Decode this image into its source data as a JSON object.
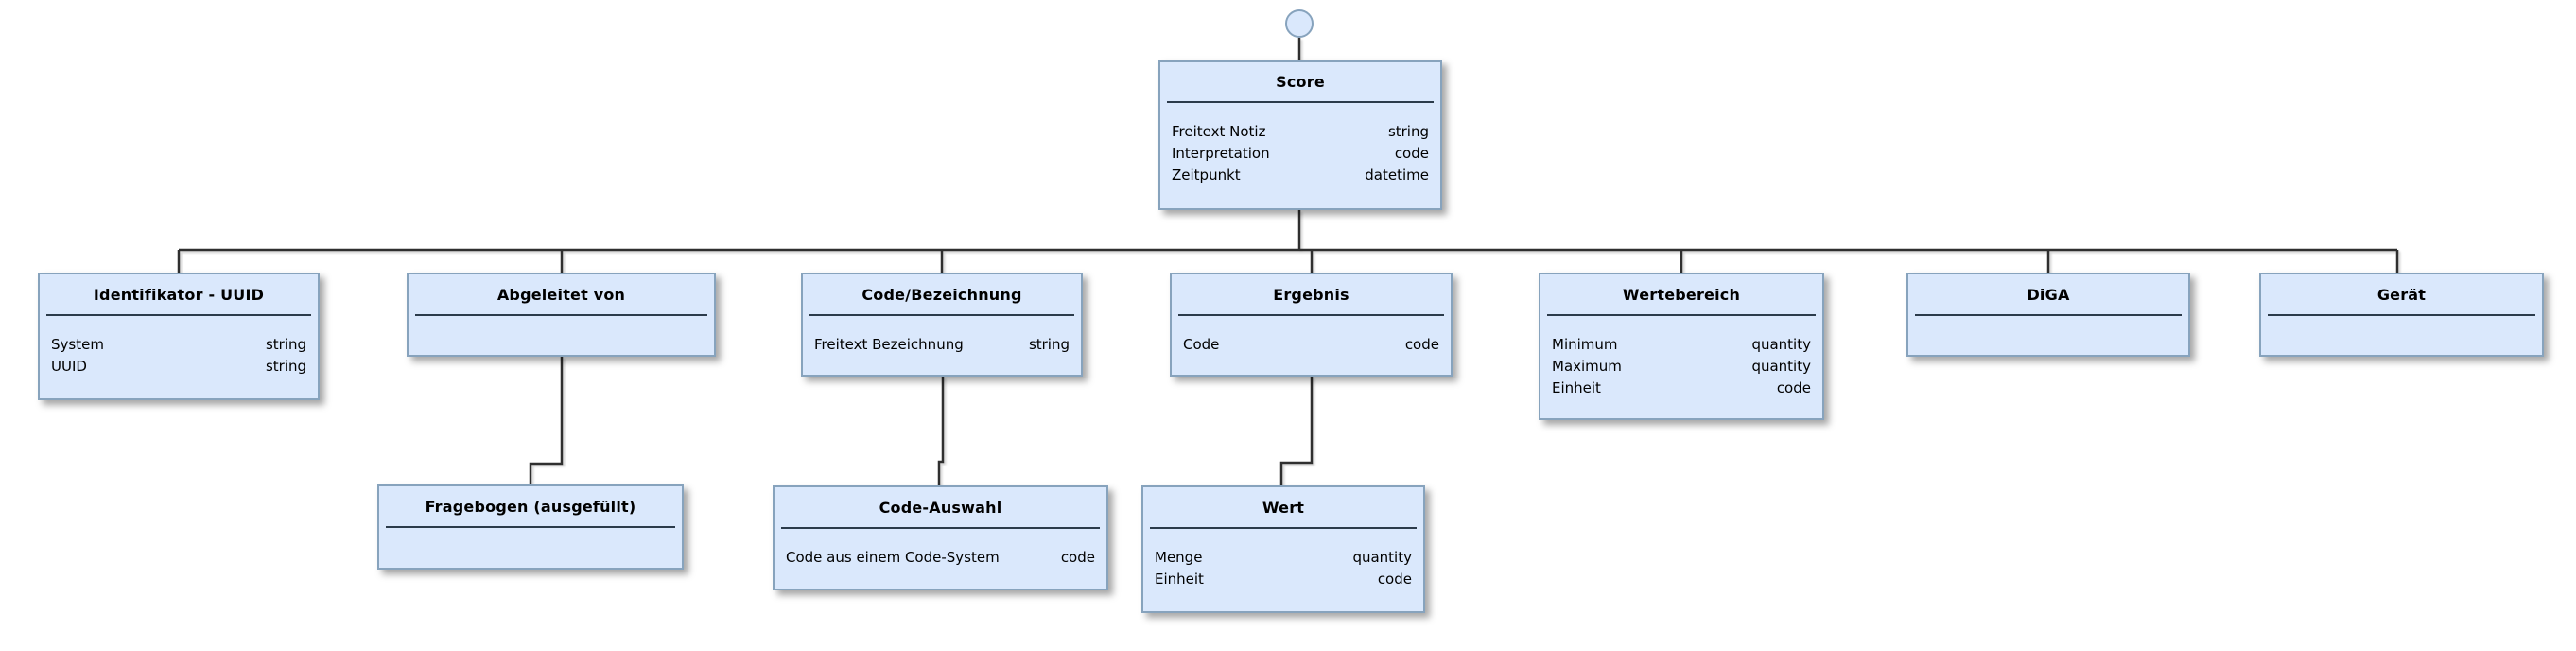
{
  "diagram": {
    "kind": "class-tree-diagram",
    "colors": {
      "node_fill": "#dae8fc",
      "node_border": "#87a3bd",
      "separator": "#2b3b4b",
      "connector": "#2f2f2f",
      "background": "#ffffff"
    },
    "nodes": {
      "score": {
        "title": "Score",
        "fields": [
          {
            "name": "Freitext Notiz",
            "type": "string"
          },
          {
            "name": "Interpretation",
            "type": "code"
          },
          {
            "name": "Zeitpunkt",
            "type": "datetime"
          }
        ]
      },
      "identifikator": {
        "title": "Identifikator - UUID",
        "fields": [
          {
            "name": "System",
            "type": "string"
          },
          {
            "name": "UUID",
            "type": "string"
          }
        ]
      },
      "abgeleitet_von": {
        "title": "Abgeleitet von",
        "fields": []
      },
      "code_bezeichnung": {
        "title": "Code/Bezeichnung",
        "fields": [
          {
            "name": "Freitext Bezeichnung",
            "type": "string"
          }
        ]
      },
      "ergebnis": {
        "title": "Ergebnis",
        "fields": [
          {
            "name": "Code",
            "type": "code"
          }
        ]
      },
      "wertebereich": {
        "title": "Wertebereich",
        "fields": [
          {
            "name": "Minimum",
            "type": "quantity"
          },
          {
            "name": "Maximum",
            "type": "quantity"
          },
          {
            "name": "Einheit",
            "type": "code"
          }
        ]
      },
      "diga": {
        "title": "DiGA",
        "fields": []
      },
      "geraet": {
        "title": "Gerät",
        "fields": []
      },
      "fragebogen": {
        "title": "Fragebogen (ausgefüllt)",
        "fields": []
      },
      "code_auswahl": {
        "title": "Code-Auswahl",
        "fields": [
          {
            "name": "Code aus einem Code-System",
            "type": "code"
          }
        ]
      },
      "wert": {
        "title": "Wert",
        "fields": [
          {
            "name": "Menge",
            "type": "quantity"
          },
          {
            "name": "Einheit",
            "type": "code"
          }
        ]
      }
    }
  }
}
